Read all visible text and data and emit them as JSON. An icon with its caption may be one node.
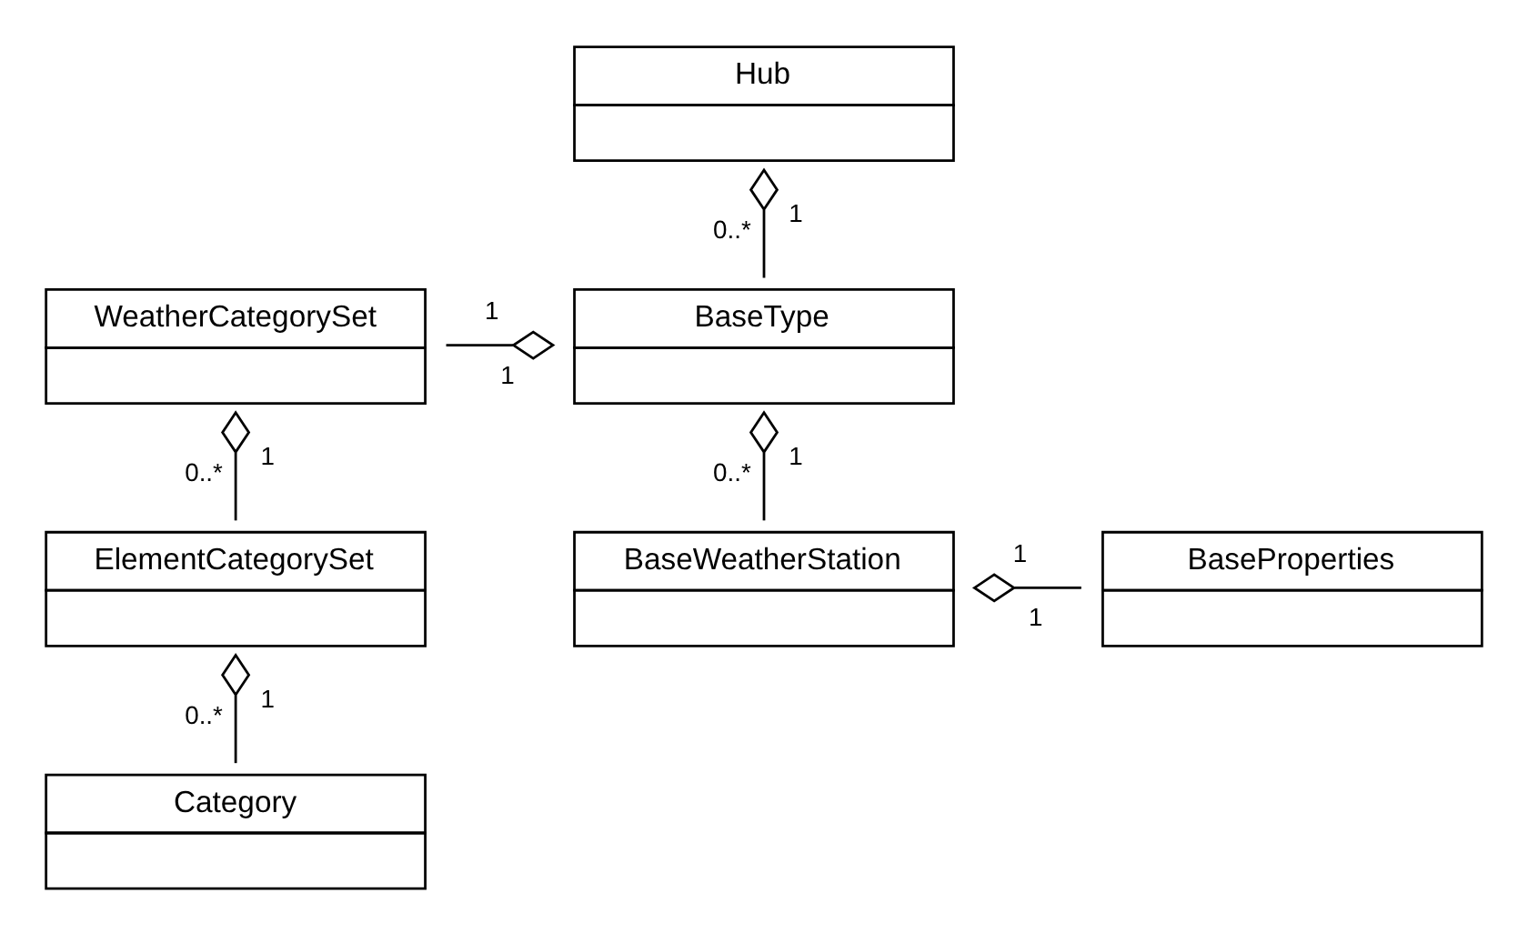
{
  "diagram": {
    "nodes": [
      {
        "text": [
          "Hub"
        ]
      },
      {
        "text": [
          "WeatherCategorySet"
        ]
      },
      {
        "text": [
          "BaseType"
        ]
      },
      {
        "text": [
          "ElementCategorySet"
        ]
      },
      {
        "text": [
          "BaseWeatherStation"
        ]
      },
      {
        "text": [
          "BaseProperties"
        ]
      },
      {
        "text": [
          "Category"
        ]
      }
    ],
    "edges": [
      {
        "from": 0,
        "to": 2,
        "arrow": "other"
      },
      {
        "from": 2,
        "to": 1,
        "arrow": "other"
      },
      {
        "from": 1,
        "to": 3,
        "arrow": "other"
      },
      {
        "from": 2,
        "to": 4,
        "arrow": "other"
      },
      {
        "from": 4,
        "to": 5,
        "arrow": "other"
      },
      {
        "from": 3,
        "to": 6,
        "arrow": "other"
      }
    ],
    "labels": [
      "1",
      "0..*",
      "1",
      "1",
      "1",
      "0..*",
      "1",
      "0..*",
      "1",
      "1",
      "1",
      "0..*"
    ]
  }
}
